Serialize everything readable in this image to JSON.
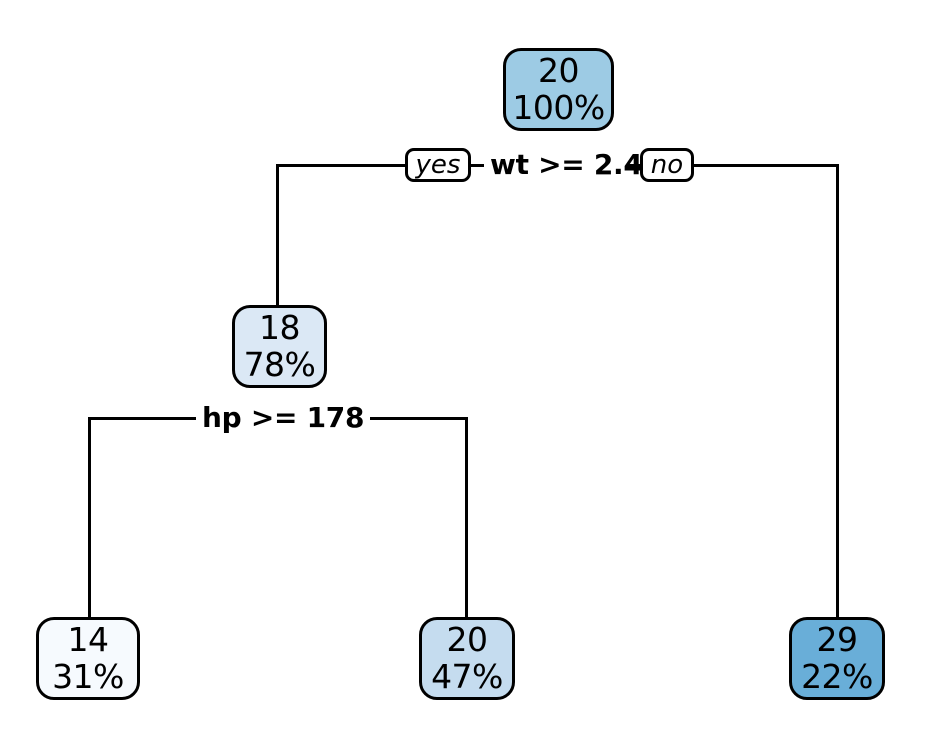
{
  "chart_data": {
    "type": "diagram",
    "diagram_type": "decision-tree",
    "title": "",
    "nodes": [
      {
        "id": "root",
        "value": "20",
        "percent": "100%",
        "fill": "#9dcbe4",
        "kind": "internal",
        "split": "wt >= 2.4"
      },
      {
        "id": "n2",
        "value": "18",
        "percent": "78%",
        "fill": "#dbe8f5",
        "kind": "internal",
        "split": "hp >= 178"
      },
      {
        "id": "n4",
        "value": "14",
        "percent": "31%",
        "fill": "#f6fafe",
        "kind": "leaf",
        "split": ""
      },
      {
        "id": "n5",
        "value": "20",
        "percent": "47%",
        "fill": "#c5dcef",
        "kind": "leaf",
        "split": ""
      },
      {
        "id": "n3",
        "value": "29",
        "percent": "22%",
        "fill": "#69aed8",
        "kind": "leaf",
        "split": ""
      }
    ],
    "splits": [
      {
        "id": "split-root",
        "label": "wt >= 2.4",
        "yes_label": "yes",
        "no_label": "no"
      },
      {
        "id": "split-n2",
        "label": "hp >= 178",
        "yes_label": "",
        "no_label": ""
      }
    ],
    "edge_color": "#000000",
    "background": "#ffffff"
  },
  "tree": {
    "root": {
      "value": "20",
      "percent": "100%"
    },
    "node_wt_yes": {
      "value": "18",
      "percent": "78%"
    },
    "leaf_hp_yes": {
      "value": "14",
      "percent": "31%"
    },
    "leaf_hp_no": {
      "value": "20",
      "percent": "47%"
    },
    "leaf_wt_no": {
      "value": "29",
      "percent": "22%"
    },
    "split_root": {
      "label": "wt >= 2.4",
      "yes": "yes",
      "no": "no"
    },
    "split_second": {
      "label": "hp >= 178"
    }
  }
}
